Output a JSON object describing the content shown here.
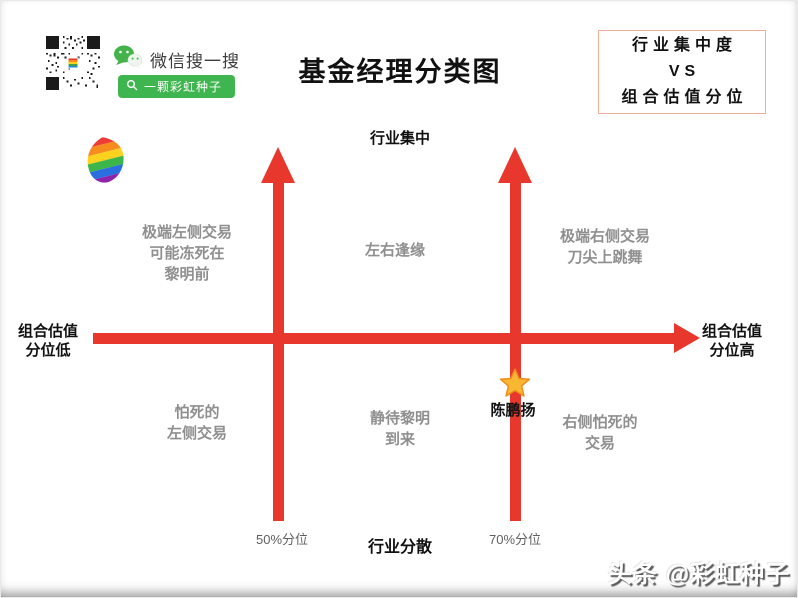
{
  "colors": {
    "arrow_red": "#e8382e",
    "wechat_green": "#3eb54e",
    "quadrant_gray": "#8f8f8f",
    "legend_border": "#f0ac96",
    "star_gold": "#f9b832"
  },
  "icons": {
    "qr": "qr-code",
    "wechat": "wechat-bubbles",
    "search": "magnifier",
    "logo": "rainbow-seed",
    "marker": "star"
  },
  "header": {
    "title": "基金经理分类图",
    "wechat": {
      "label": "微信搜一搜",
      "search_text": "一颗彩虹种子"
    },
    "legend_box": {
      "line1": "行业集中度",
      "line2": "VS",
      "line3": "组合估值分位"
    }
  },
  "chart": {
    "axis_top": "行业集中",
    "axis_bottom": "行业分散",
    "axis_left": "组合估值\n分位低",
    "axis_right": "组合估值\n分位高",
    "tick_left": "50%分位",
    "tick_right": "70%分位",
    "quadrant_top_left": "极端左侧交易\n可能冻死在\n黎明前",
    "quadrant_top_center": "左右逢缘",
    "quadrant_top_right": "极端右侧交易\n刀尖上跳舞",
    "quadrant_bottom_left": "怕死的\n左侧交易",
    "quadrant_bottom_center": "静待黎明\n到来",
    "quadrant_bottom_right": "右侧怕死的\n交易",
    "marker_label": "陈鹏扬"
  },
  "footer": {
    "watermark": "头条 @彩虹种子"
  }
}
